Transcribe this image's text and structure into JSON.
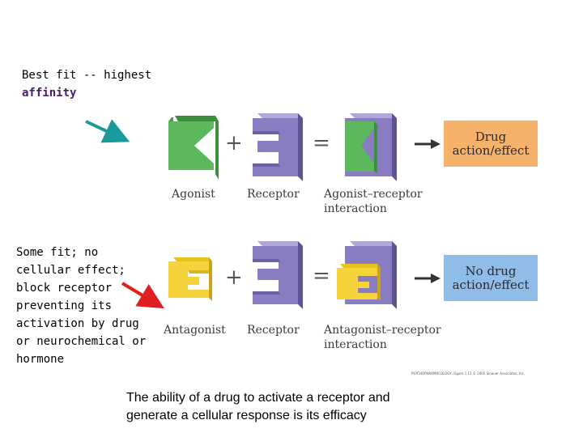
{
  "note_top": {
    "line1": "Best fit -- highest",
    "line2": "affinity"
  },
  "note_bottom": {
    "lines": [
      "Some fit; no",
      "cellular effect;",
      "block receptor",
      "preventing its",
      "activation by drug",
      "or neurochemical or",
      "hormone"
    ]
  },
  "agonist_row": {
    "ligand_label": "Agonist",
    "receptor_label": "Receptor",
    "complex_label_1": "Agonist–receptor",
    "complex_label_2": "interaction",
    "plus": "+",
    "equals": "=",
    "outcome_1": "Drug",
    "outcome_2": "action/effect"
  },
  "antagonist_row": {
    "ligand_label": "Antagonist",
    "receptor_label": "Receptor",
    "complex_label_1": "Antagonist–receptor",
    "complex_label_2": "interaction",
    "plus": "+",
    "equals": "=",
    "outcome_1": "No drug",
    "outcome_2": "action/effect"
  },
  "figure_credit": "PSYCHOPHARMACOLOGY, Figure 1.11 © 2005 Sinauer Associates, Inc.",
  "caption": {
    "line1": "The ability of a drug to activate a receptor and",
    "line2": "generate a cellular response is its efficacy"
  },
  "colors": {
    "agonist_green": "#5cb85c",
    "antagonist_yellow": "#f5d33a",
    "receptor_purple": "#8a7cc0",
    "drug_box": "#f6b26b",
    "no_drug_box": "#8fbde8",
    "teal_arrow": "#1a9a9a",
    "red_arrow": "#e02020"
  }
}
